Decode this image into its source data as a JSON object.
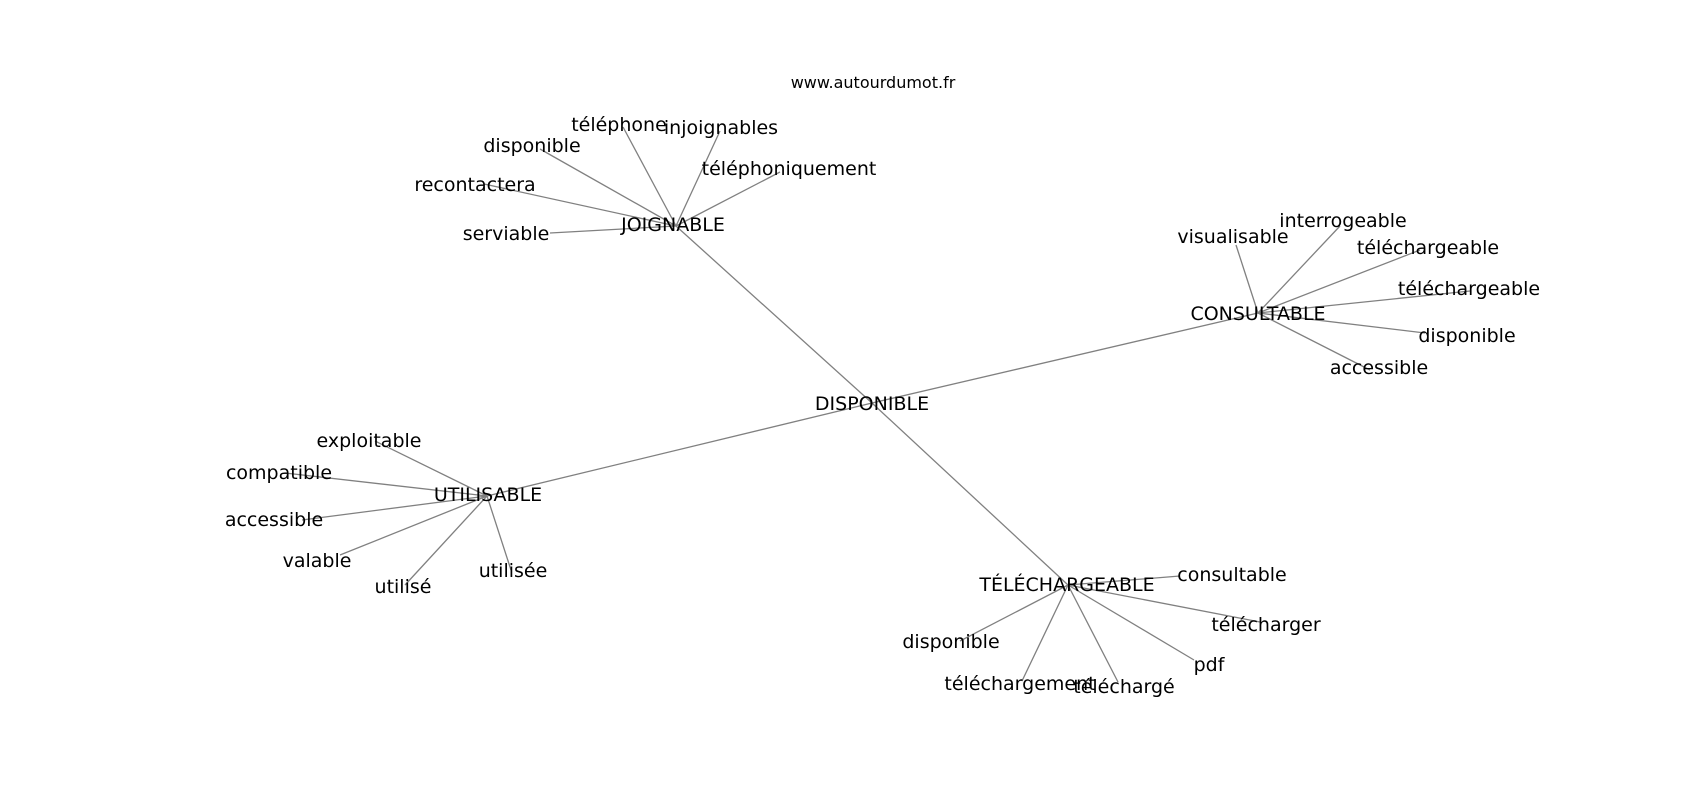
{
  "site": "www.autourdumot.fr",
  "center": "DISPONIBLE",
  "hubs": [
    {
      "key": "joignable",
      "label": "JOIGNABLE",
      "leaves": [
        "téléphone",
        "injoignables",
        "disponible",
        "téléphoniquement",
        "recontactera",
        "serviable"
      ]
    },
    {
      "key": "consultable",
      "label": "CONSULTABLE",
      "leaves": [
        "visualisable",
        "interrogeable",
        "téléchargeable",
        "téléchargeable",
        "disponible",
        "accessible"
      ]
    },
    {
      "key": "utilisable",
      "label": "UTILISABLE",
      "leaves": [
        "exploitable",
        "compatible",
        "accessible",
        "valable",
        "utilisé",
        "utilisée"
      ]
    },
    {
      "key": "telechargeable",
      "label": "TÉLÉCHARGEABLE",
      "leaves": [
        "consultable",
        "télécharger",
        "pdf",
        "téléchargé",
        "téléchargement",
        "disponible"
      ]
    }
  ]
}
